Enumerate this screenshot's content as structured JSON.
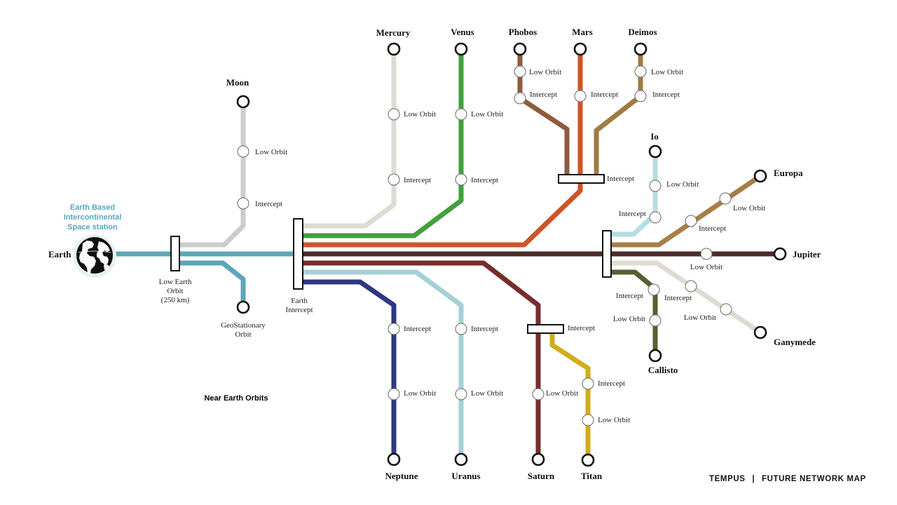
{
  "colors": {
    "earth_line": "#5aa7b8",
    "moon": "#cccccc",
    "mercury": "#dedbd2",
    "venus": "#43a03d",
    "phobos": "#8f5a3d",
    "mars": "#cf5427",
    "deimos": "#a07a44",
    "jupiter": "#4a2c28",
    "saturn": "#762d2b",
    "neptune": "#2d3783",
    "uranus": "#a4d1d6",
    "titan": "#d1ad1b",
    "io": "#b5dde1",
    "europa": "#a67f46",
    "callisto": "#575f32",
    "ganymede": "#dedbd0",
    "accent_text": "#55a7bf"
  },
  "title": {
    "brand": "TEMPUS",
    "separator": "|",
    "subtitle": "FUTURE NETWORK MAP"
  },
  "earth": {
    "name": "Earth",
    "icon": "globe-icon",
    "station_label": "Earth Based Intercontinental Space station",
    "station_lines": [
      "Earth Based",
      "Intercontinental",
      "Space station"
    ],
    "region_label": "Near Earth Orbits"
  },
  "hubs": {
    "low_earth_orbit": [
      "Low Earth",
      "Orbit",
      "(250 km)"
    ],
    "earth_intercept": [
      "Earth",
      "Intercept"
    ],
    "geostationary": [
      "GeoStationary",
      "Orbit"
    ]
  },
  "destinations": {
    "moon": "Moon",
    "mercury": "Mercury",
    "venus": "Venus",
    "phobos": "Phobos",
    "mars": "Mars",
    "deimos": "Deimos",
    "io": "Io",
    "europa": "Europa",
    "jupiter": "Jupiter",
    "callisto": "Callisto",
    "ganymede": "Ganymede",
    "neptune": "Neptune",
    "uranus": "Uranus",
    "saturn": "Saturn",
    "titan": "Titan"
  },
  "stop_labels": {
    "low_orbit": "Low Orbit",
    "intercept": "Intercept"
  }
}
